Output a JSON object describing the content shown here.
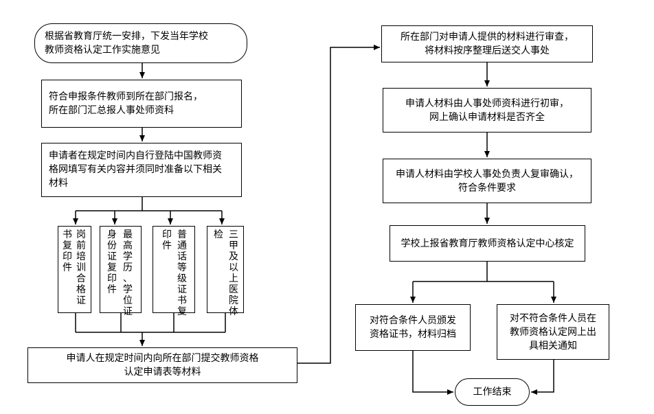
{
  "left_flow": {
    "start": [
      "根据省教育厅统一安排，下发当年学校",
      "教师资格认定工作实施意见"
    ],
    "step_register": [
      "符合申报条件教师到所在部门报名，",
      "所在部门汇总报人事处师资科"
    ],
    "step_online": [
      "申请者在规定时间内自行登陆中国教师资",
      "格网填写有关内容并须同时准备以下相关",
      "材料"
    ],
    "materials": [
      {
        "col1": "书复印件",
        "col2": "岗前培训合格证"
      },
      {
        "col1": "身份证复印件",
        "col2": "最高学历、学位证"
      },
      {
        "col1": "印件",
        "col2": "普通话等级证书复"
      },
      {
        "col1": "检",
        "col2": "三甲及以上医院体"
      }
    ],
    "step_submit": [
      "申请人在规定时间内向所在部门提交教师资格",
      "认定申请表等材料"
    ]
  },
  "right_flow": {
    "step_review": [
      "所在部门对申请人提供的材料进行审查，",
      "将材料按序整理后送交人事处"
    ],
    "step_initial": [
      "申请人材料由人事处师资科进行初审，",
      "网上确认申请材料是否齐全"
    ],
    "step_recheck": [
      "申请人材料由学校人事处负责人复审确认，",
      "符合条件要求"
    ],
    "step_report": "学校上报省教育厅教师资格认定中心核定",
    "branch_yes": [
      "对符合条件人员颁发",
      "资格证书，材料归档"
    ],
    "branch_no": [
      "对不符合条件人员在",
      "教师资格认定网上出",
      "具相关通知"
    ],
    "end": "工作结束"
  }
}
